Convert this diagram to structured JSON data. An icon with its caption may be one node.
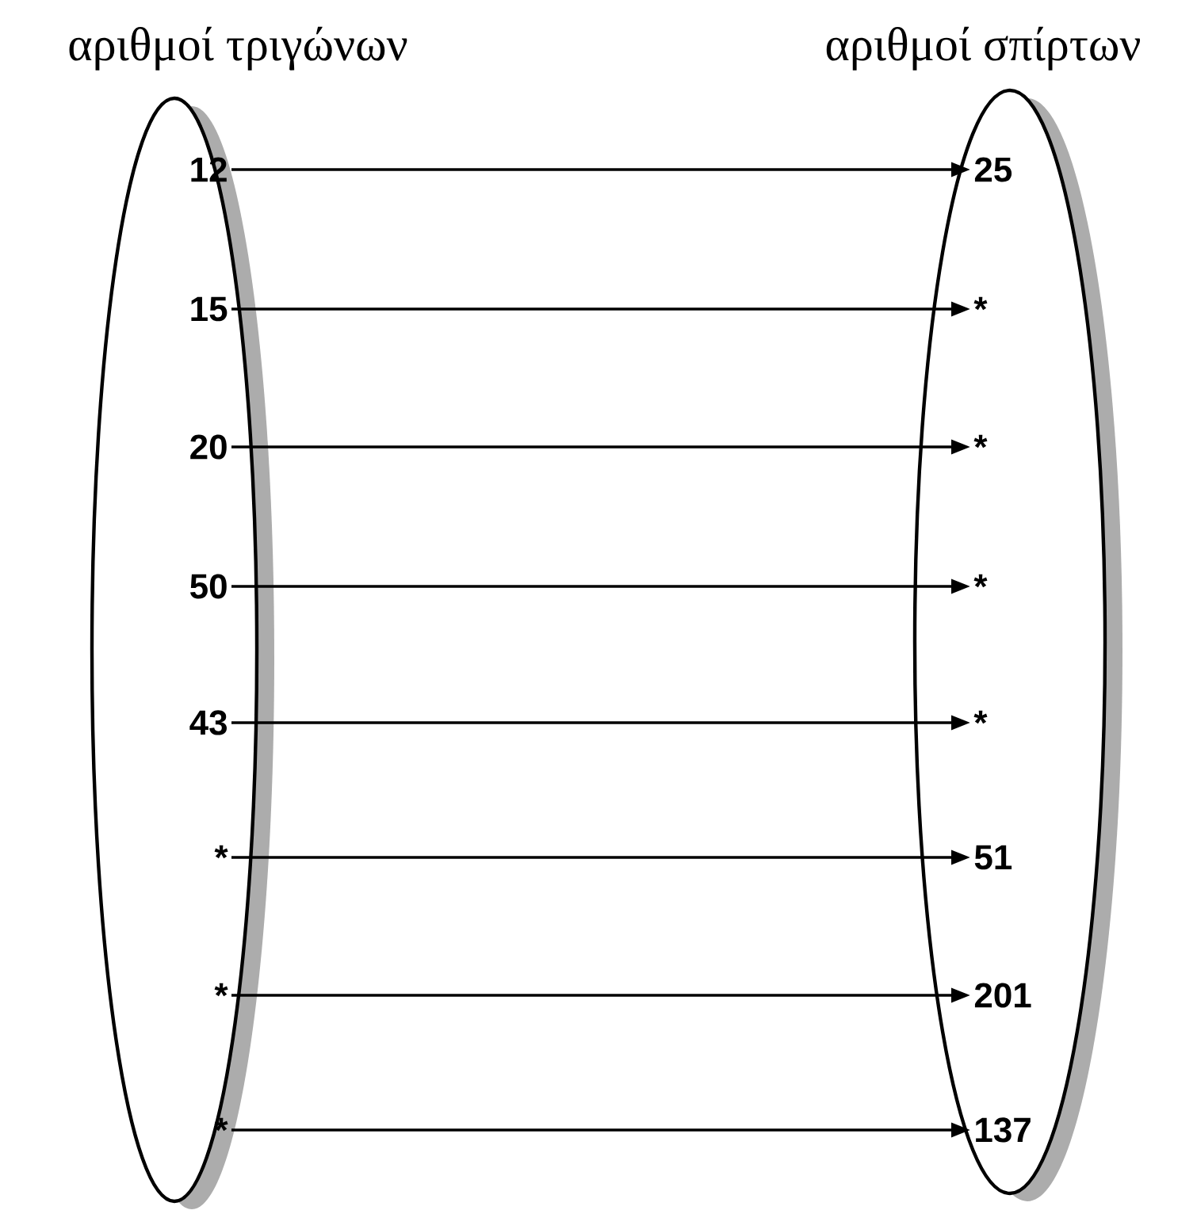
{
  "diagram": {
    "nodes": [
      {
        "text": [
          "αριθμοί τριγώνων"
        ]
      },
      {
        "text": [
          "αριθμοί σπίρτων"
        ]
      },
      {
        "text": [
          "12"
        ],
        "in": 0
      },
      {
        "text": [
          "15"
        ],
        "in": 0
      },
      {
        "text": [
          "20"
        ],
        "in": 0
      },
      {
        "text": [
          "50"
        ],
        "in": 0
      },
      {
        "text": [
          "43"
        ],
        "in": 0
      },
      {
        "text": [
          "*"
        ],
        "in": 0
      },
      {
        "text": [
          "*"
        ],
        "in": 0
      },
      {
        "text": [
          "*"
        ],
        "in": 0
      },
      {
        "text": [
          "25"
        ],
        "in": 1
      },
      {
        "text": [
          "*"
        ],
        "in": 1
      },
      {
        "text": [
          "*"
        ],
        "in": 1
      },
      {
        "text": [
          "*"
        ],
        "in": 1
      },
      {
        "text": [
          "*"
        ],
        "in": 1
      },
      {
        "text": [
          "51"
        ],
        "in": 1
      },
      {
        "text": [
          "201"
        ],
        "in": 1
      },
      {
        "text": [
          "137"
        ],
        "in": 1
      }
    ],
    "edges": [
      {
        "from": 2,
        "to": 10,
        "arrow": "to"
      },
      {
        "from": 3,
        "to": 11,
        "arrow": "to"
      },
      {
        "from": 4,
        "to": 12,
        "arrow": "to"
      },
      {
        "from": 5,
        "to": 13,
        "arrow": "to"
      },
      {
        "from": 6,
        "to": 14,
        "arrow": "to"
      },
      {
        "from": 7,
        "to": 15,
        "arrow": "to"
      },
      {
        "from": 8,
        "to": 16,
        "arrow": "to"
      },
      {
        "from": 9,
        "to": 17,
        "arrow": "to"
      }
    ]
  }
}
